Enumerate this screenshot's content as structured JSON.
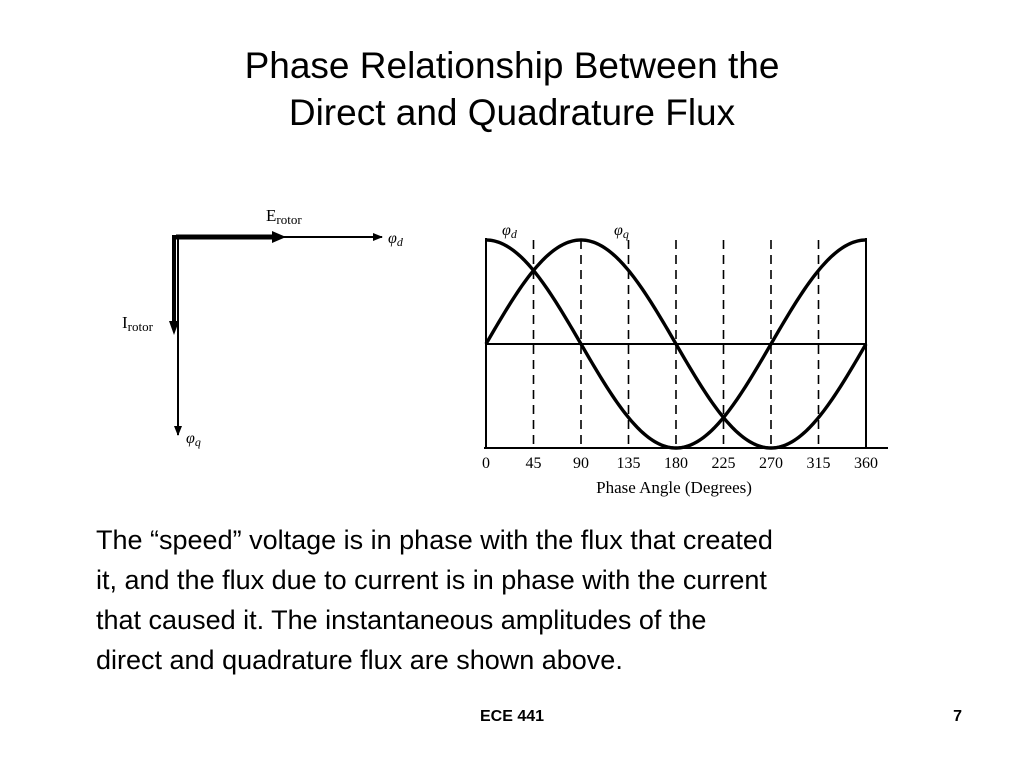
{
  "slide": {
    "title_line1": "Phase Relationship Between the",
    "title_line2": "Direct and Quadrature Flux",
    "body_lines": [
      "The “speed” voltage is in phase with the flux that created",
      "it, and the flux due to current is in phase with the current",
      "that caused it.  The instantaneous amplitudes of the",
      "direct and quadrature flux are shown above."
    ],
    "footer_course": "ECE 441",
    "footer_page": "7"
  },
  "phasor_diagram": {
    "e_label_main": "E",
    "e_label_sub": "rotor",
    "i_label_main": "I",
    "i_label_sub": "rotor",
    "phi_d_symbol": "φ",
    "phi_d_sub": "d",
    "phi_q_symbol": "φ",
    "phi_q_sub": "q"
  },
  "chart_data": {
    "type": "line",
    "xlabel": "Phase Angle (Degrees)",
    "xlim": [
      0,
      360
    ],
    "xticks": [
      0,
      45,
      90,
      135,
      180,
      225,
      270,
      315,
      360
    ],
    "grid": "dashed vertical lines at each tick",
    "series": [
      {
        "name": "φd",
        "symbol": "φ",
        "sub": "d",
        "x": [
          0,
          45,
          90,
          135,
          180,
          225,
          270,
          315,
          360
        ],
        "y": [
          1,
          0.707,
          0,
          -0.707,
          -1,
          -0.707,
          0,
          0.707,
          1
        ]
      },
      {
        "name": "φq",
        "symbol": "φ",
        "sub": "q",
        "x": [
          0,
          45,
          90,
          135,
          180,
          225,
          270,
          315,
          360
        ],
        "y": [
          0,
          0.707,
          1,
          0.707,
          0,
          -0.707,
          -1,
          -0.707,
          0
        ]
      }
    ]
  }
}
